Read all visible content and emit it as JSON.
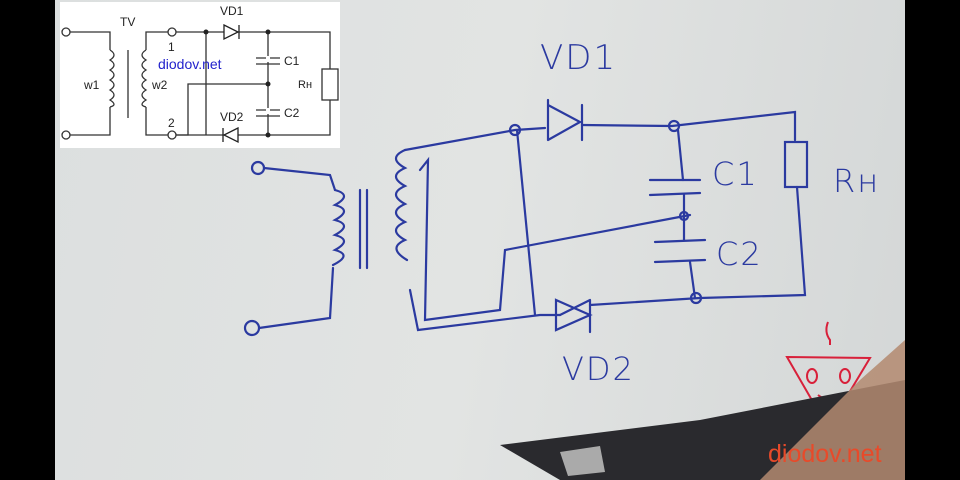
{
  "reference_schematic": {
    "transformer": "TV",
    "primary": "w1",
    "secondary": "w2",
    "terminal_1": "1",
    "terminal_2": "2",
    "diode_top": "VD1",
    "diode_bottom": "VD2",
    "cap_top": "C1",
    "cap_bottom": "C2",
    "load": "Rн",
    "website": "diodov.net"
  },
  "hand_drawing": {
    "diode_top": "VD1",
    "diode_bottom": "VD2",
    "cap_top": "C1",
    "cap_bottom": "C2",
    "load": "Rн"
  },
  "watermark": {
    "text": "diodov.net",
    "color": "#e84a2a"
  },
  "colors": {
    "ink": "#2b3aa0"
  }
}
